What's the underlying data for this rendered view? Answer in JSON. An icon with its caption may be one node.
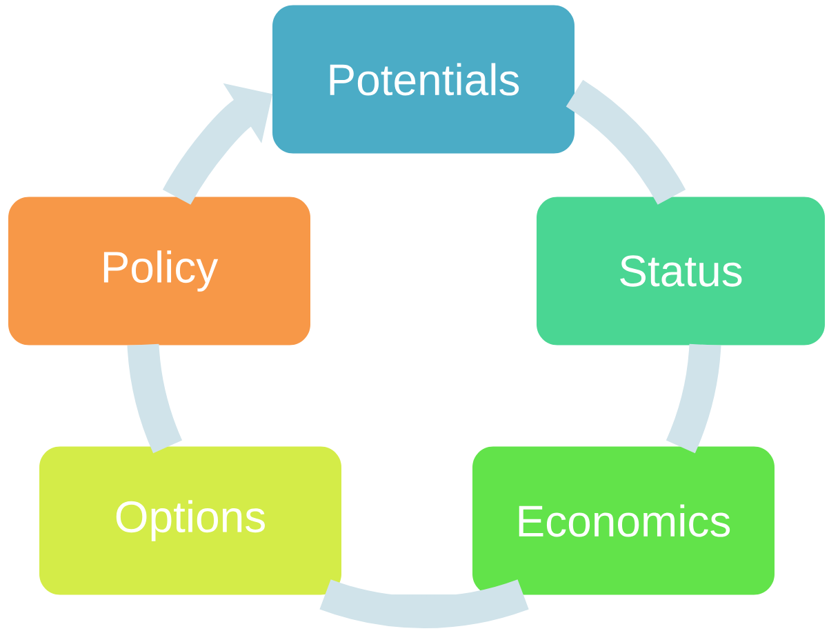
{
  "diagram": {
    "nodes": [
      {
        "text": [
          "Potentials"
        ]
      },
      {
        "text": [
          "Status"
        ]
      },
      {
        "text": [
          "Economics"
        ]
      },
      {
        "text": [
          "Options"
        ]
      },
      {
        "text": [
          "Policy"
        ]
      }
    ],
    "edges": [
      {
        "from": 0,
        "to": 1,
        "arrow": "none"
      },
      {
        "from": 1,
        "to": 2,
        "arrow": "none"
      },
      {
        "from": 2,
        "to": 3,
        "arrow": "none"
      },
      {
        "from": 3,
        "to": 4,
        "arrow": "none"
      },
      {
        "from": 4,
        "to": 0,
        "arrow": "to"
      }
    ]
  }
}
